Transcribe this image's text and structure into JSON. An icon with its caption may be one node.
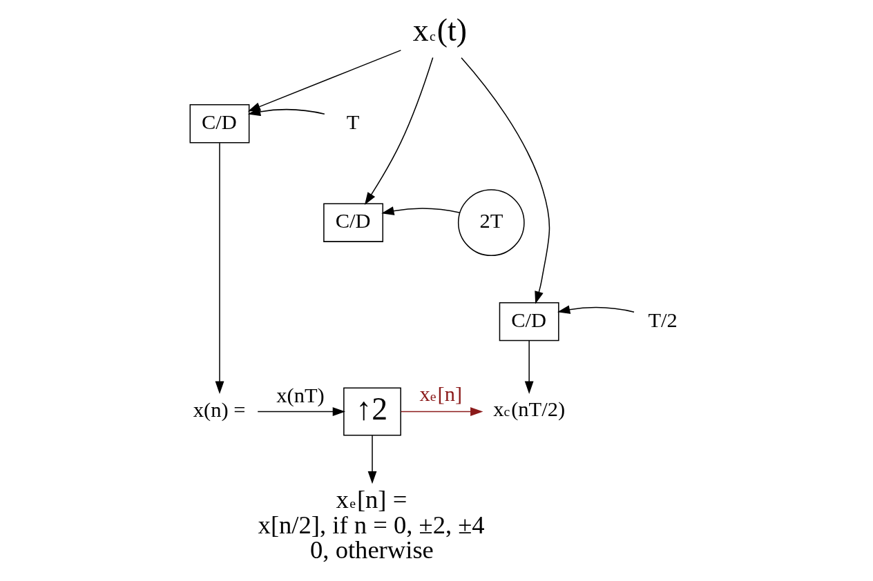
{
  "diagram": {
    "nodes": [
      {
        "text": [
          "x$_{c}$(t)"
        ]
      },
      {
        "text": [
          "C/D"
        ]
      },
      {
        "text": [
          "T"
        ]
      },
      {
        "text": [
          "C/D"
        ]
      },
      {
        "text": [
          "2T"
        ]
      },
      {
        "text": [
          "C/D"
        ]
      },
      {
        "text": [
          "T/2"
        ]
      },
      {
        "text": [
          "x(n) ="
        ]
      },
      {
        "text": [
          "↑2"
        ]
      },
      {
        "text": [
          "x$_{c}$(nT/2)"
        ]
      },
      {
        "text": [
          "x$_{e}$[n] =",
          "x[n/2], if n = 0, ±2, ±4",
          "0, otherwise"
        ]
      }
    ],
    "edges": [
      {
        "from": 0,
        "to": 1,
        "arrow": "to"
      },
      {
        "from": 0,
        "to": 3,
        "arrow": "to"
      },
      {
        "from": 0,
        "to": 5,
        "arrow": "to"
      },
      {
        "from": 2,
        "to": 1,
        "arrow": "to"
      },
      {
        "from": 4,
        "to": 3,
        "arrow": "to"
      },
      {
        "from": 6,
        "to": 5,
        "arrow": "to"
      },
      {
        "from": 1,
        "to": 7,
        "arrow": "to"
      },
      {
        "from": 7,
        "to": 8,
        "arrow": "to",
        "label": "x(nT)"
      },
      {
        "from": 8,
        "to": 9,
        "arrow": "to",
        "label": "x$_{e}$[n]",
        "color": "#8b1a1a"
      },
      {
        "from": 5,
        "to": 9,
        "arrow": "to"
      },
      {
        "from": 8,
        "to": 10,
        "arrow": "to"
      }
    ]
  }
}
